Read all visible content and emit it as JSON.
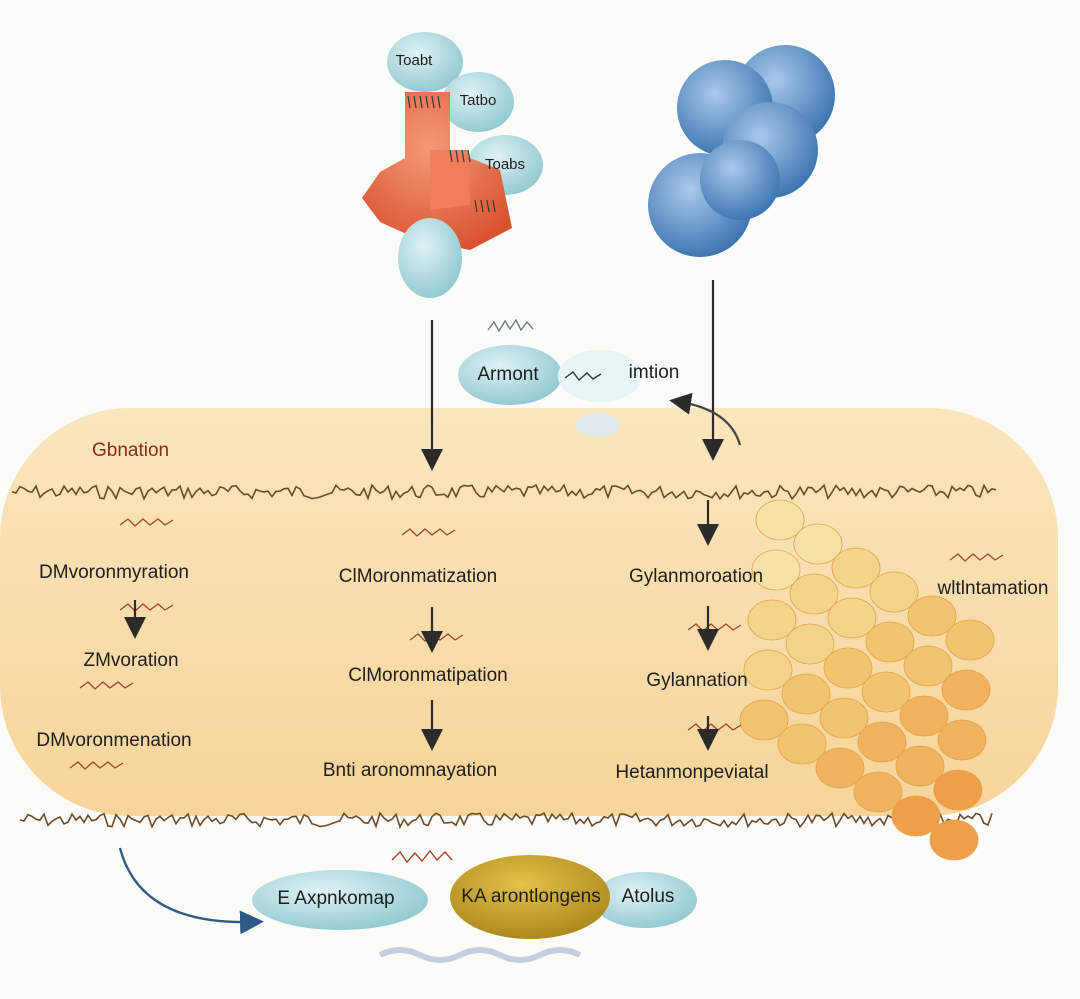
{
  "labels": {
    "region_title": "Gbnation",
    "top_protein": "Toabt",
    "top_protein_sub1": "Tatbo",
    "top_protein_sub2": "Toabs",
    "armont_node": "Armont",
    "imtion_node": "imtion",
    "col1_step1": "DMvoronmyration",
    "col1_step2": "ZMvoration",
    "col1_step3": "DMvoronmenation",
    "col2_step1": "ClMoronmatization",
    "col2_step2": "ClMoronmatipation",
    "col2_step3": "Bnti aronomnayation",
    "col3_step1": "Gylanmoroation",
    "col3_step2": "Gylannation",
    "col3_step3": "Hetanmonpeviatal",
    "side_label": "wltlntamation",
    "bottom_left": "E Axpnkomap",
    "bottom_center": "KA arontlongens",
    "bottom_right": "Atolus"
  },
  "colors": {
    "region_fill": "#f9dfae",
    "membrane": "#6b4a2a",
    "red_protein": "#ea6f4b",
    "blue_protein": "#5b8fc6",
    "cyan_blob": "#b4dde2",
    "olive_blob": "#c9a227",
    "orange_stack": "#f2a24c",
    "arrow": "#2b2b2b",
    "curve_arrow": "#2e5b86"
  }
}
